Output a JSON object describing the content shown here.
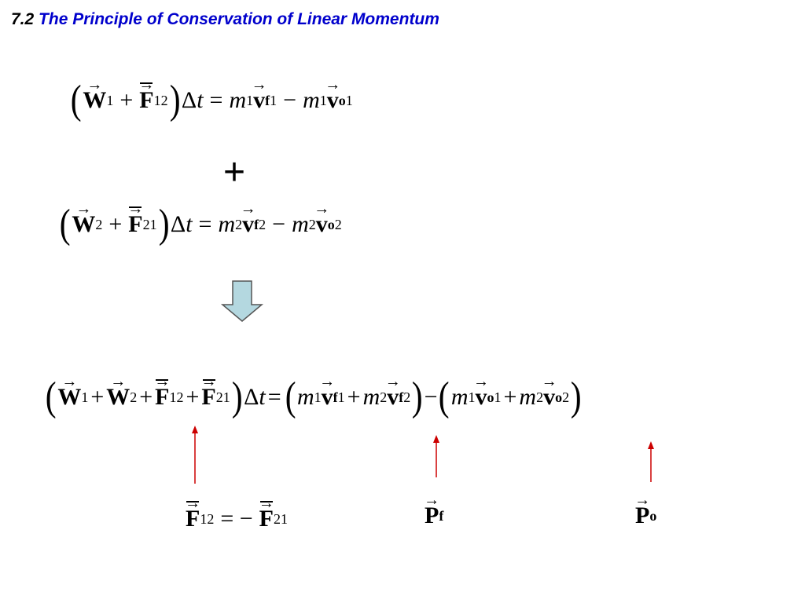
{
  "slide": {
    "title_number": "7.2",
    "title_text": "The Principle of Conservation of Linear Momentum",
    "plus_sign": "+",
    "arrow_color": "#cc0000",
    "down_arrow_fill": "#b4d8e0",
    "title_color": "#0000cc"
  },
  "eq1": {
    "W": "W",
    "W_sub": "1",
    "F": "F",
    "F_sub": "12",
    "delta_t": "Δt",
    "m1": "m",
    "m1_sub": "1",
    "v1": "v",
    "v1_sub": "f",
    "v1_sub2": "1",
    "m2": "m",
    "m2_sub": "1",
    "v2": "v",
    "v2_sub": "o",
    "v2_sub2": "1"
  },
  "eq2": {
    "W": "W",
    "W_sub": "2",
    "F": "F",
    "F_sub": "21",
    "delta_t": "Δt",
    "m1": "m",
    "m1_sub": "2",
    "v1": "v",
    "v1_sub": "f",
    "v1_sub2": "2",
    "m2": "m",
    "m2_sub": "2",
    "v2": "v",
    "v2_sub": "o",
    "v2_sub2": "2"
  },
  "eq3": {
    "W1": "W",
    "W1_sub": "1",
    "W2": "W",
    "W2_sub": "2",
    "F12": "F",
    "F12_sub": "12",
    "F21": "F",
    "F21_sub": "21",
    "delta_t": "Δt",
    "a_m": "m",
    "a_m_sub": "1",
    "a_v": "v",
    "a_v_sub": "f",
    "a_v_sub2": "1",
    "b_m": "m",
    "b_m_sub": "2",
    "b_v": "v",
    "b_v_sub": "f",
    "b_v_sub2": "2",
    "c_m": "m",
    "c_m_sub": "1",
    "c_v": "v",
    "c_v_sub": "o",
    "c_v_sub2": "1",
    "d_m": "m",
    "d_m_sub": "2",
    "d_v": "v",
    "d_v_sub": "o",
    "d_v_sub2": "2"
  },
  "labels": {
    "f_eq_F1": "F",
    "f_eq_F1_sub": "12",
    "f_eq_F2": "F",
    "f_eq_F2_sub": "21",
    "Pf": "P",
    "Pf_sub": "f",
    "Po": "P",
    "Po_sub": "o"
  }
}
